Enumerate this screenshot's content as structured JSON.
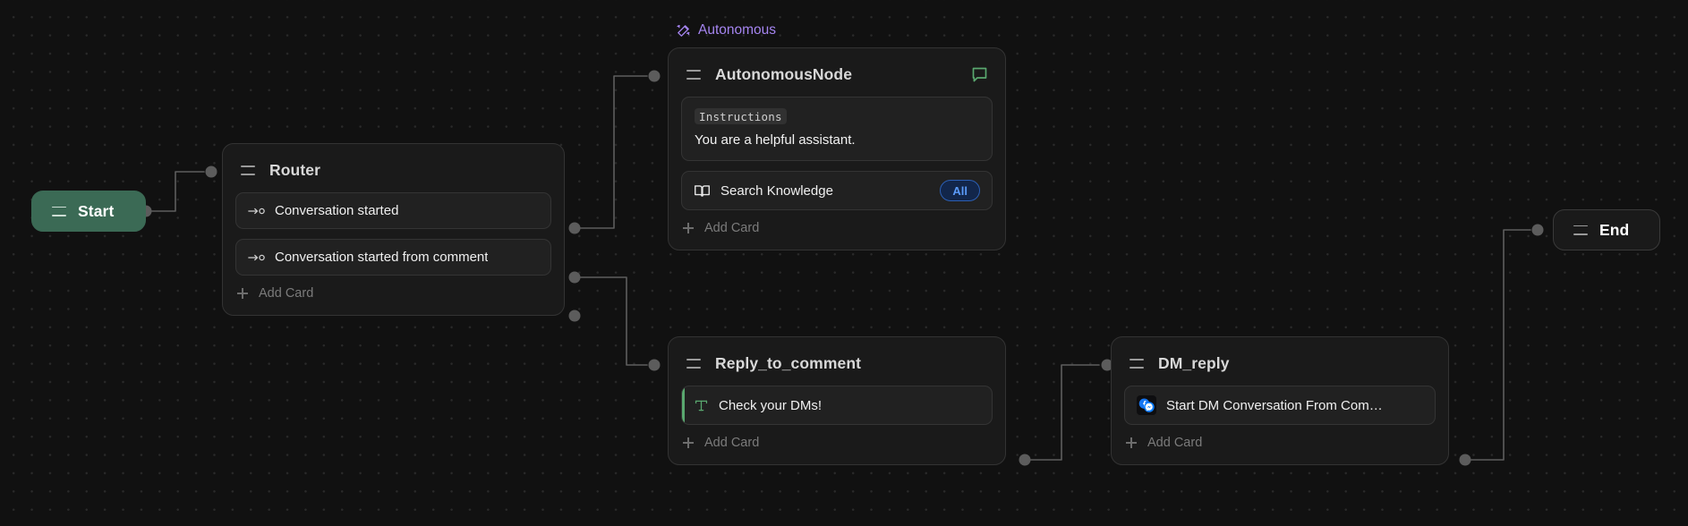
{
  "canvas": {
    "background_color": "#111111",
    "dot_color": "#2a2a2a"
  },
  "group": {
    "label": "Autonomous",
    "icon": "magic-wand-sparkles-icon",
    "accent_color": "#a585f0"
  },
  "terminals": {
    "start": {
      "title": "Start",
      "color": "#3b6a55"
    },
    "end": {
      "title": "End",
      "color": "#1a1a1a"
    }
  },
  "nodes": {
    "router": {
      "title": "Router",
      "add_card_label": "Add Card",
      "cards": [
        {
          "icon": "arrow-to-circle-icon",
          "label": "Conversation started"
        },
        {
          "icon": "arrow-to-circle-icon",
          "label": "Conversation started from comment"
        }
      ]
    },
    "autonomous_node": {
      "title": "AutonomousNode",
      "header_action_icon": "chat-bubble-icon",
      "header_action_color": "#5aa86f",
      "add_card_label": "Add Card",
      "instructions": {
        "chip_label": "Instructions",
        "text": "You are a helpful assistant."
      },
      "tool_card": {
        "icon": "book-open-icon",
        "label": "Search Knowledge",
        "badge": "All",
        "badge_color": "#5b9bf8"
      }
    },
    "reply_to_comment": {
      "title": "Reply_to_comment",
      "add_card_label": "Add Card",
      "cards": [
        {
          "icon": "text-t-icon",
          "label": "Check your DMs!",
          "accent": "#5aa86f"
        }
      ]
    },
    "dm_reply": {
      "title": "DM_reply",
      "add_card_label": "Add Card",
      "cards": [
        {
          "icon": "facebook-messenger-icon",
          "label": "Start DM Conversation From Com…"
        }
      ]
    }
  }
}
